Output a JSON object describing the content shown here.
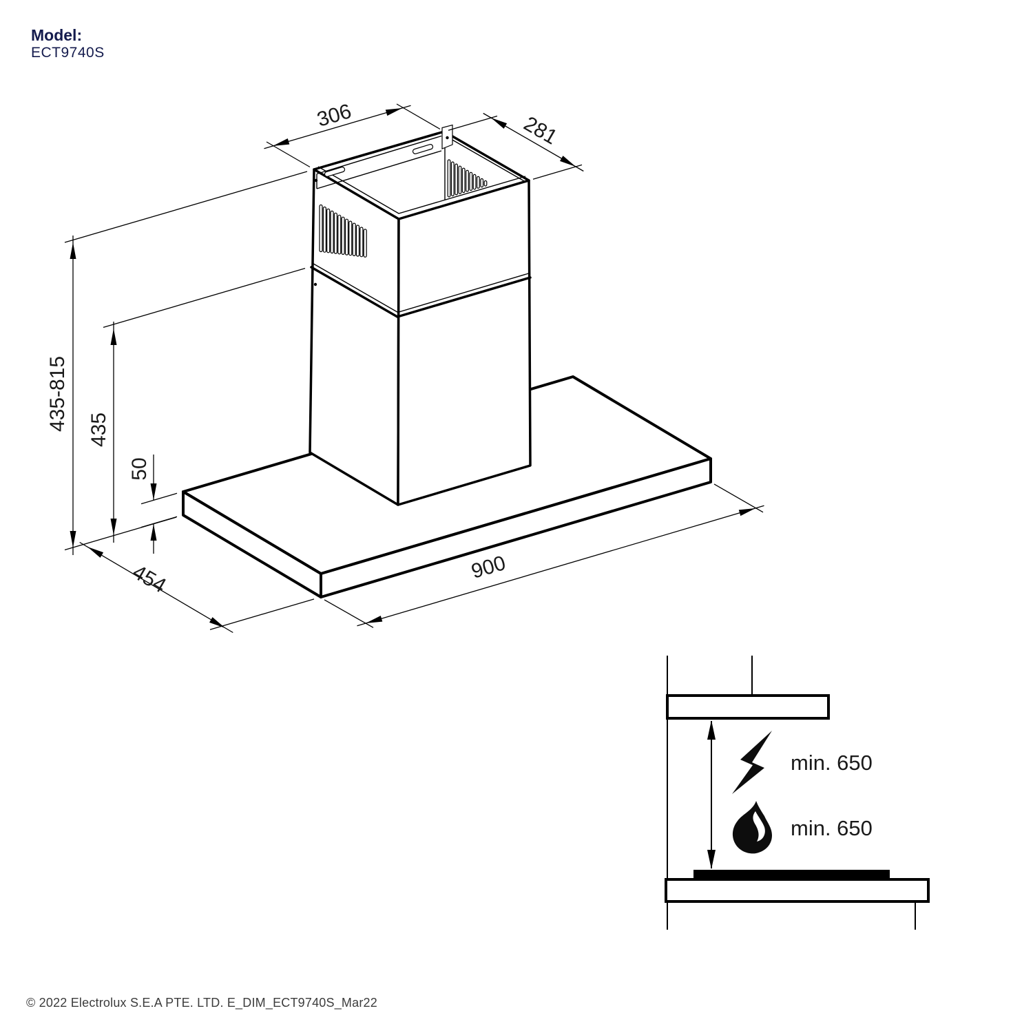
{
  "header": {
    "model_label": "Model:",
    "model_value": "ECT9740S"
  },
  "isometric_drawing": {
    "dimensions": {
      "chimney_top_width": "306",
      "chimney_top_depth": "281",
      "total_height_range": "435-815",
      "chimney_lower_height": "435",
      "body_height": "50",
      "body_width": "900",
      "body_depth": "454"
    }
  },
  "clearance_diagram": {
    "electric_hob_clearance": "min. 650",
    "gas_hob_clearance": "min. 650"
  },
  "footer": {
    "copyright": "© 2022 Electrolux S.E.A PTE. LTD. E_DIM_ECT9740S_Mar22"
  },
  "colors": {
    "brand_navy": "#141b4d",
    "drawing_line": "#000000",
    "label_text": "#1a1a1a",
    "footer_text": "#3c3c3c",
    "background": "#ffffff"
  }
}
